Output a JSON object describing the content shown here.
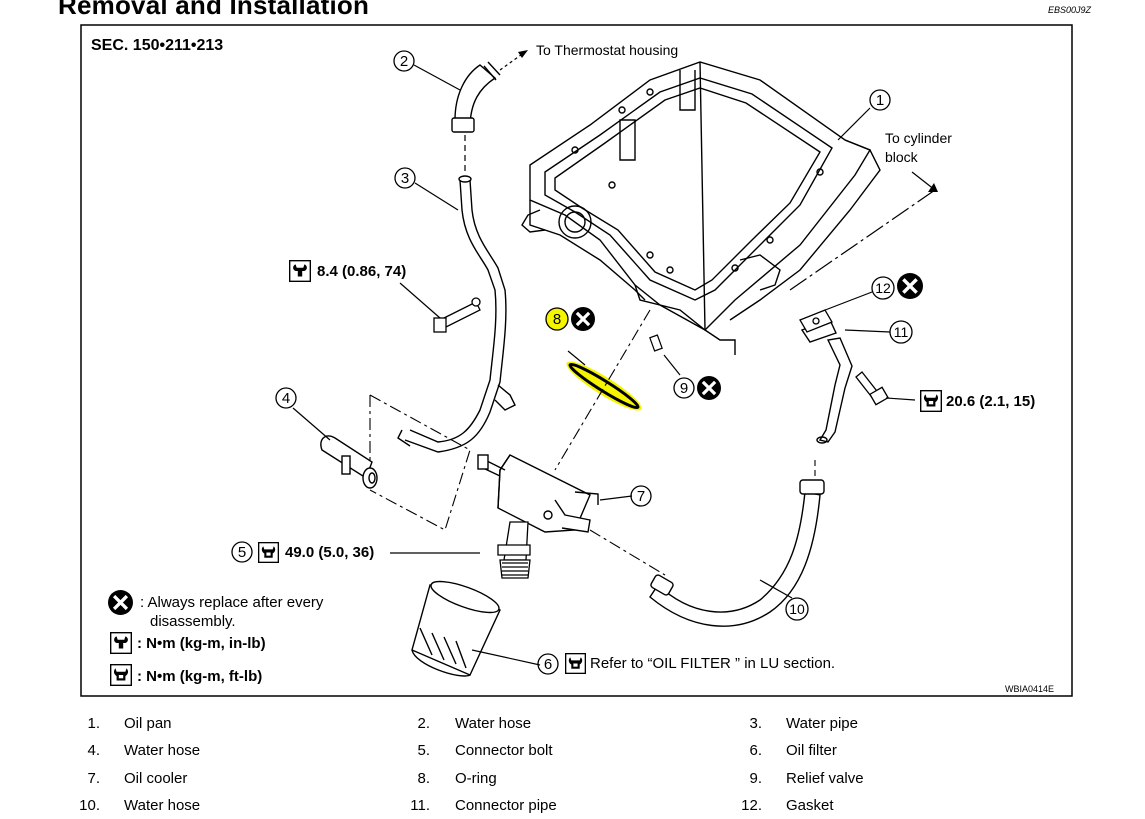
{
  "header": {
    "title": "Removal and Installation",
    "code": "EBS00J9Z"
  },
  "figure": {
    "section": "SEC. 150•211•213",
    "thermostat_label": "To Thermostat housing",
    "cylinder_label_1": "To cylinder",
    "cylinder_label_2": "block",
    "torque_3": "8.4 (0.86, 74)",
    "torque_5": "49.0 (5.0, 36)",
    "torque_13": "20.6 (2.1, 15)",
    "filter_note": "Refer to “OIL FILTER ” in LU section.",
    "key_replace_1": ": Always replace after every",
    "key_replace_2": "disassembly.",
    "key_nm_inlb": ": N•m (kg-m, in-lb)",
    "key_nm_ftlb": ": N•m (kg-m, ft-lb)",
    "figure_id": "WBIA0414E",
    "callouts": [
      "1",
      "2",
      "3",
      "4",
      "5",
      "6",
      "7",
      "8",
      "9",
      "10",
      "11",
      "12"
    ],
    "highlight_color": "#f5f500"
  },
  "legend": [
    {
      "num": "1.",
      "name": "Oil pan"
    },
    {
      "num": "2.",
      "name": "Water hose"
    },
    {
      "num": "3.",
      "name": "Water pipe"
    },
    {
      "num": "4.",
      "name": "Water hose"
    },
    {
      "num": "5.",
      "name": "Connector bolt"
    },
    {
      "num": "6.",
      "name": "Oil filter"
    },
    {
      "num": "7.",
      "name": "Oil cooler"
    },
    {
      "num": "8.",
      "name": "O-ring"
    },
    {
      "num": "9.",
      "name": "Relief valve"
    },
    {
      "num": "10.",
      "name": "Water hose"
    },
    {
      "num": "11.",
      "name": "Connector pipe"
    },
    {
      "num": "12.",
      "name": "Gasket"
    }
  ]
}
